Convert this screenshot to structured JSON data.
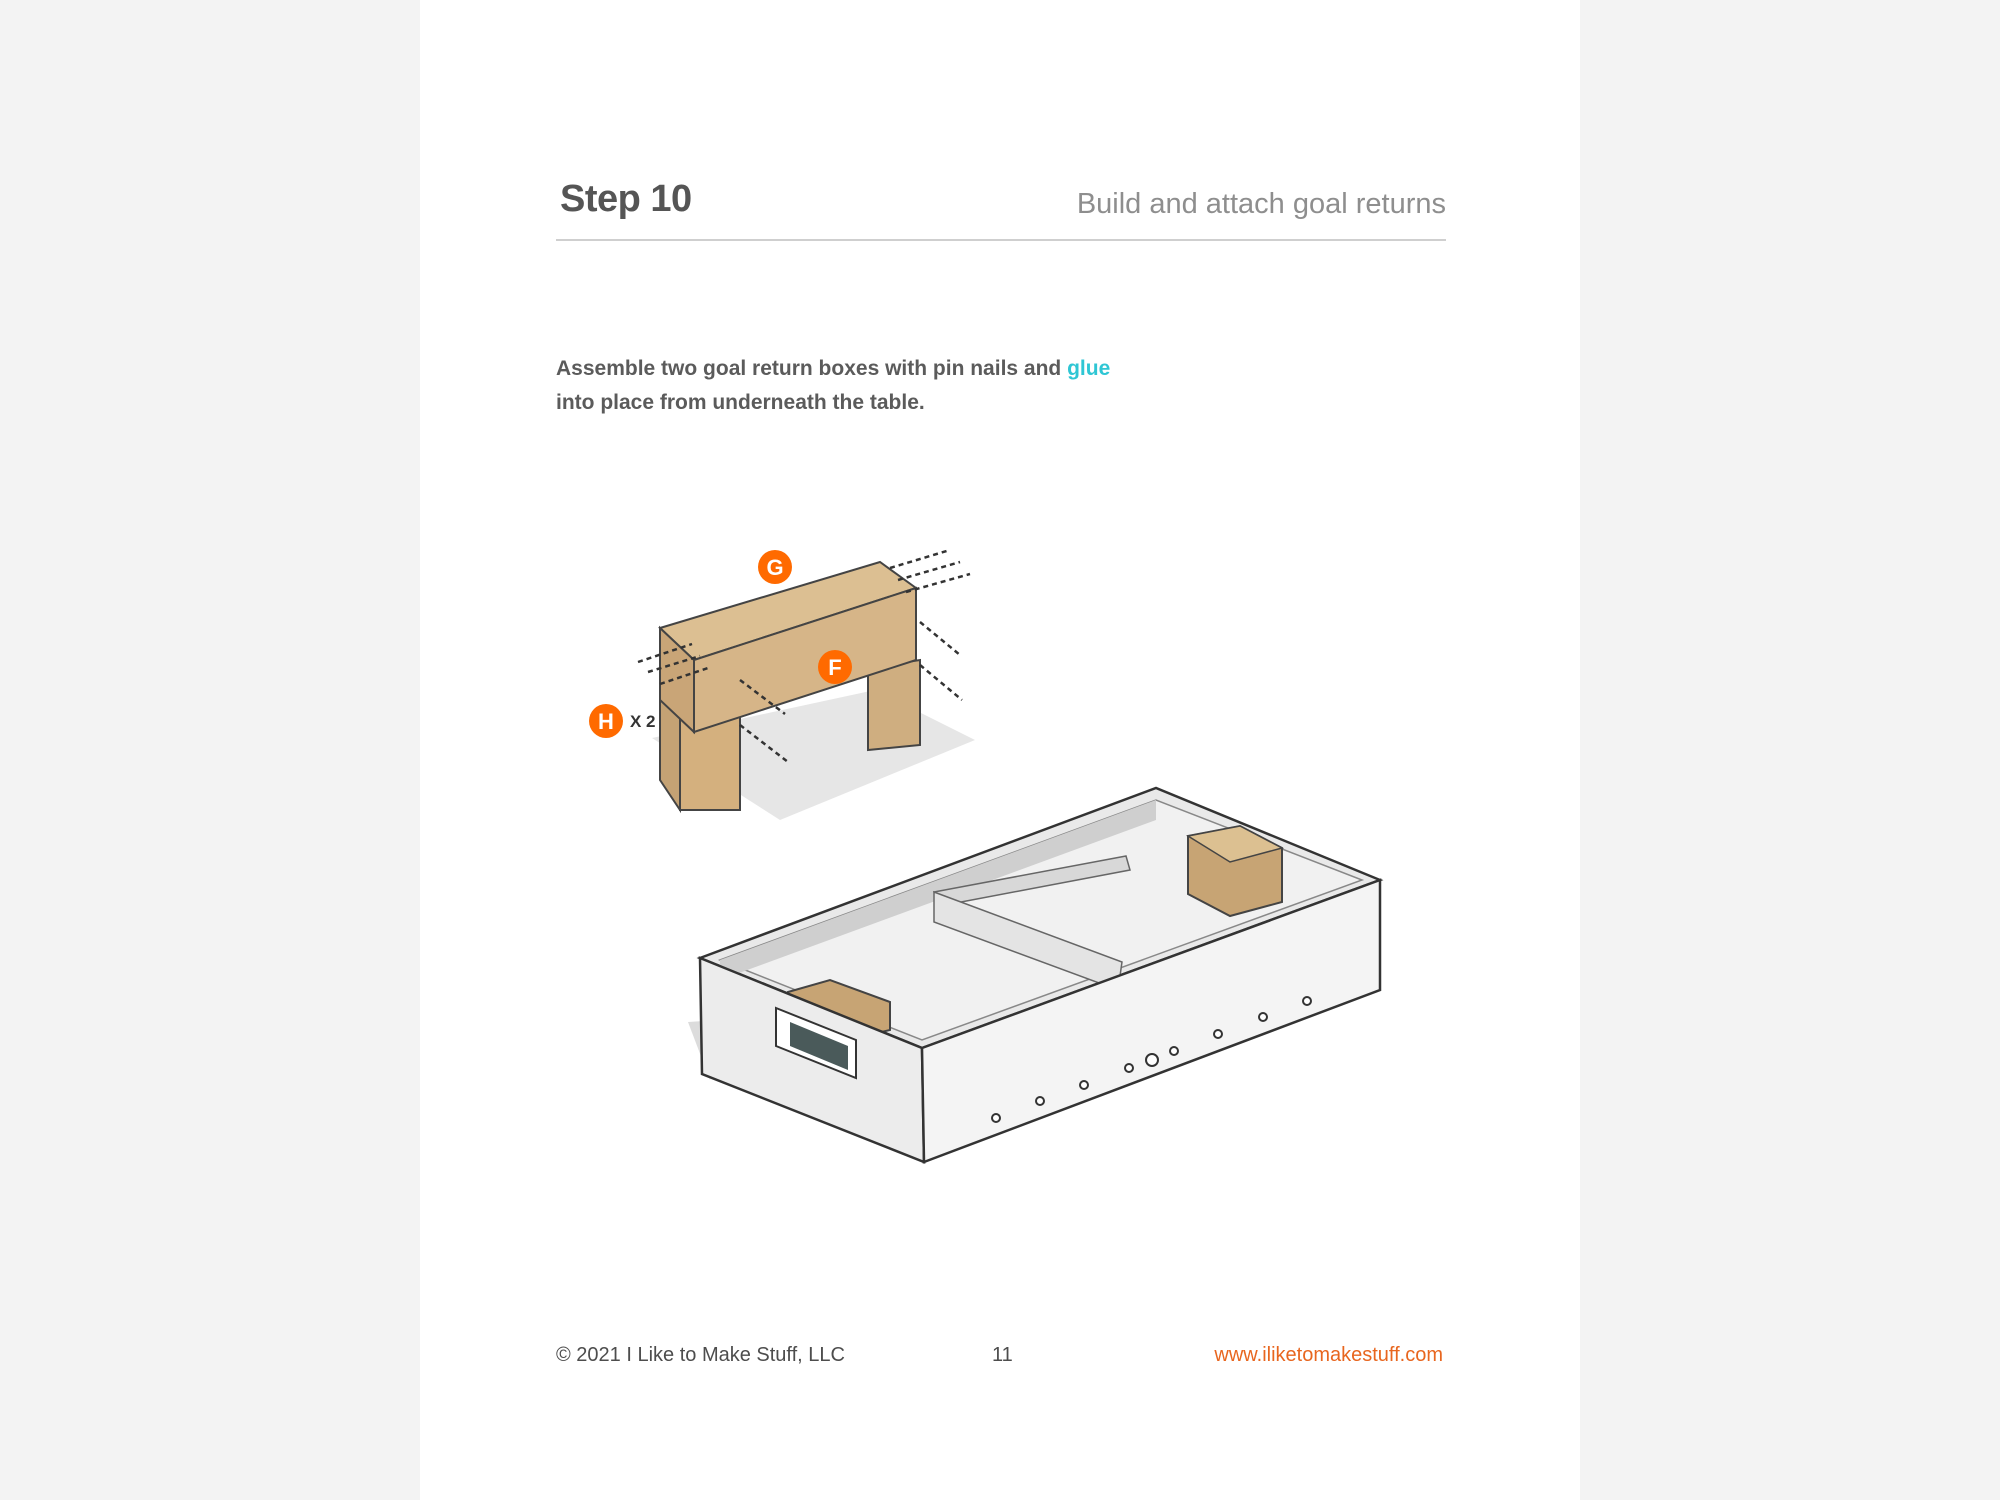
{
  "header": {
    "step": "Step 10",
    "title": "Build and attach goal returns"
  },
  "instructions": {
    "text_before": "Assemble two goal return boxes with pin nails and ",
    "link_word": "glue",
    "text_after": "into place from underneath the table."
  },
  "illustration": {
    "badges": {
      "g": "G",
      "f": "F",
      "h": "H"
    },
    "h_quantity": "X 2"
  },
  "footer": {
    "copyright": "© 2021 I Like to Make Stuff, LLC",
    "page_number": "11",
    "url": "www.iliketomakestuff.com"
  },
  "colors": {
    "badge": "#ff6a00",
    "wood": "#d8b98a",
    "glue": "#2fc6d4",
    "url": "#e8661f"
  }
}
